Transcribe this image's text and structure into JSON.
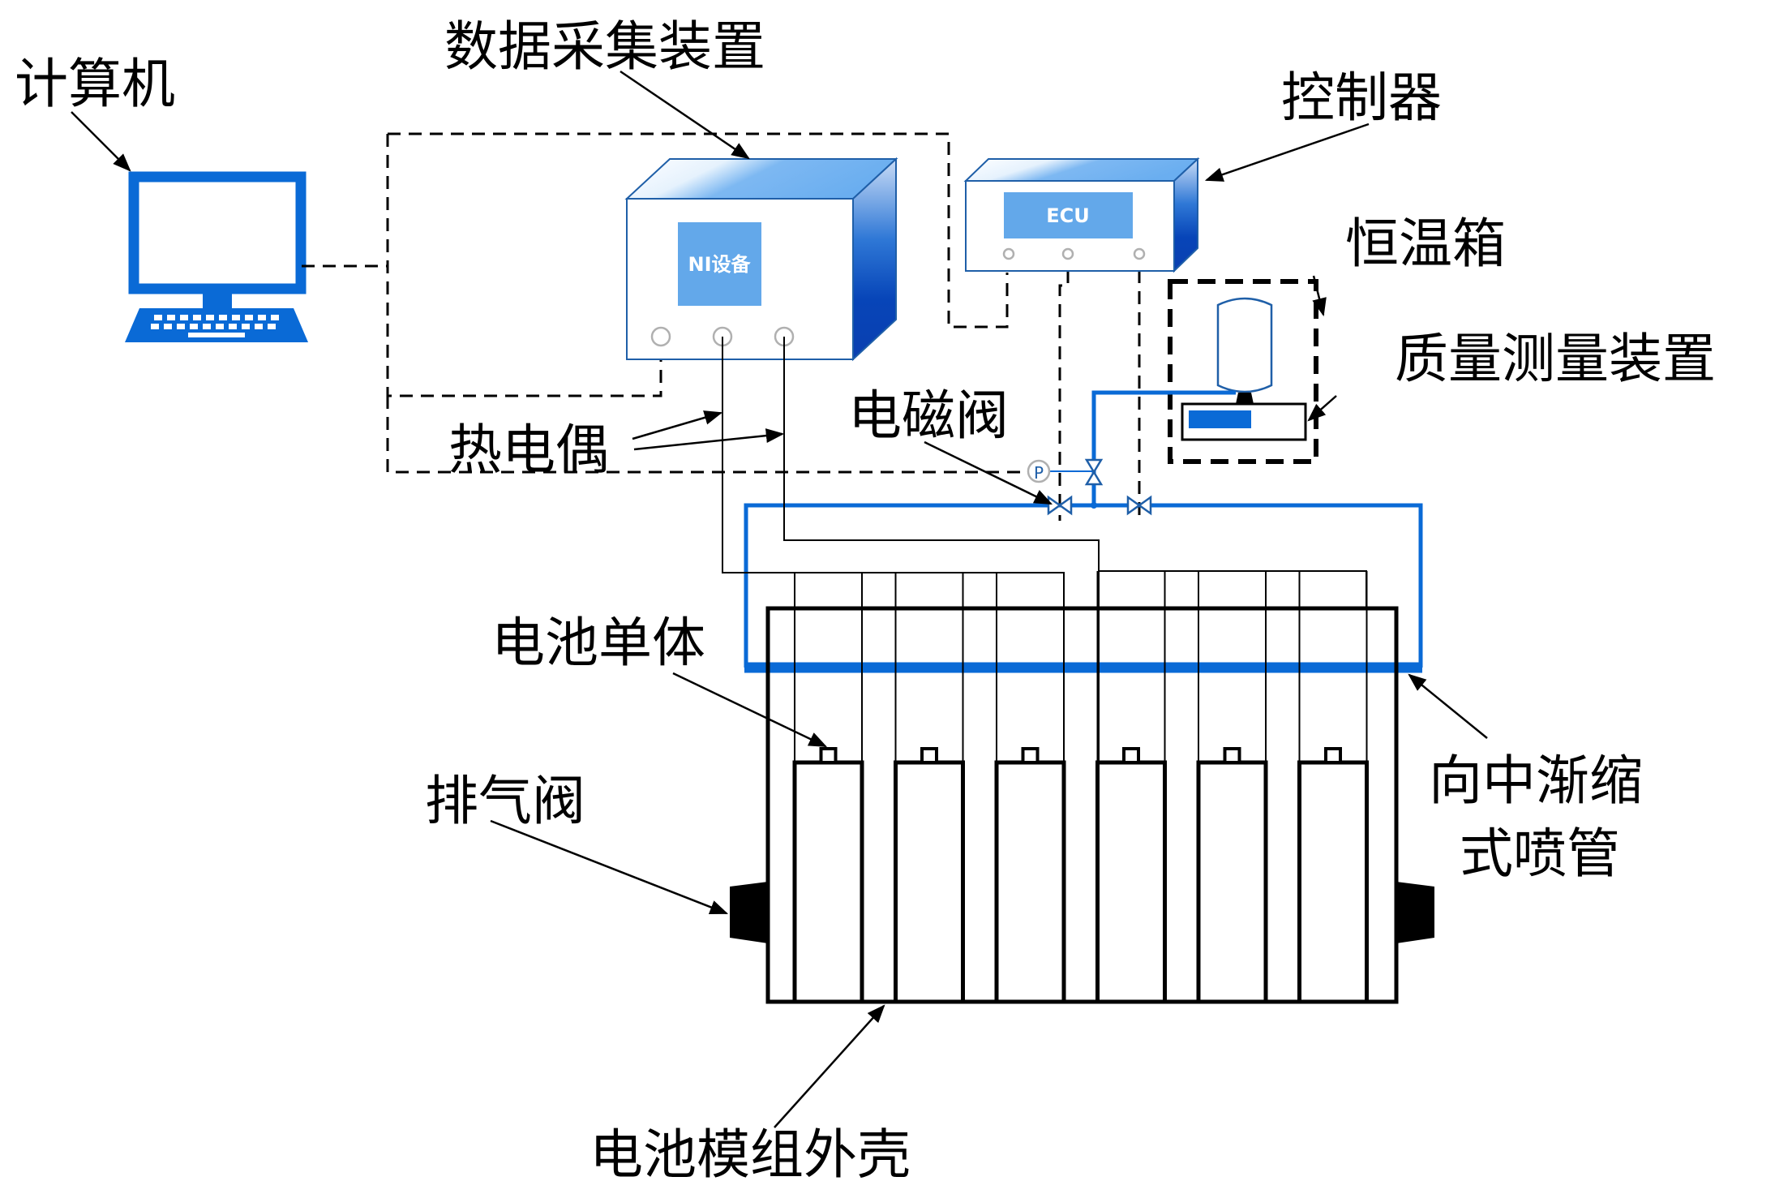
{
  "diagram": {
    "type": "experimental-setup-schematic",
    "colors": {
      "device_blue": "#0a6ad6",
      "screen_blue": "#63a8ea",
      "pipe_blue": "#0a6ad6",
      "line_black": "#000000",
      "port_gray": "#b0b0b0"
    },
    "labels": {
      "computer": "计算机",
      "daq": "数据采集装置",
      "controller": "控制器",
      "thermostat": "恒温箱",
      "mass_meter": "质量测量装置",
      "thermocouple": "热电偶",
      "solenoid_valve": "电磁阀",
      "battery_cell": "电池单体",
      "exhaust_valve": "排气阀",
      "nozzle_line1": "向中渐缩",
      "nozzle_line2": "式喷管",
      "module_housing": "电池模组外壳"
    },
    "devices": {
      "ni_screen_text": "NI设备",
      "ecu_screen_text": "ECU",
      "pressure_gauge_text": "P"
    },
    "battery_cell_count": 6
  }
}
